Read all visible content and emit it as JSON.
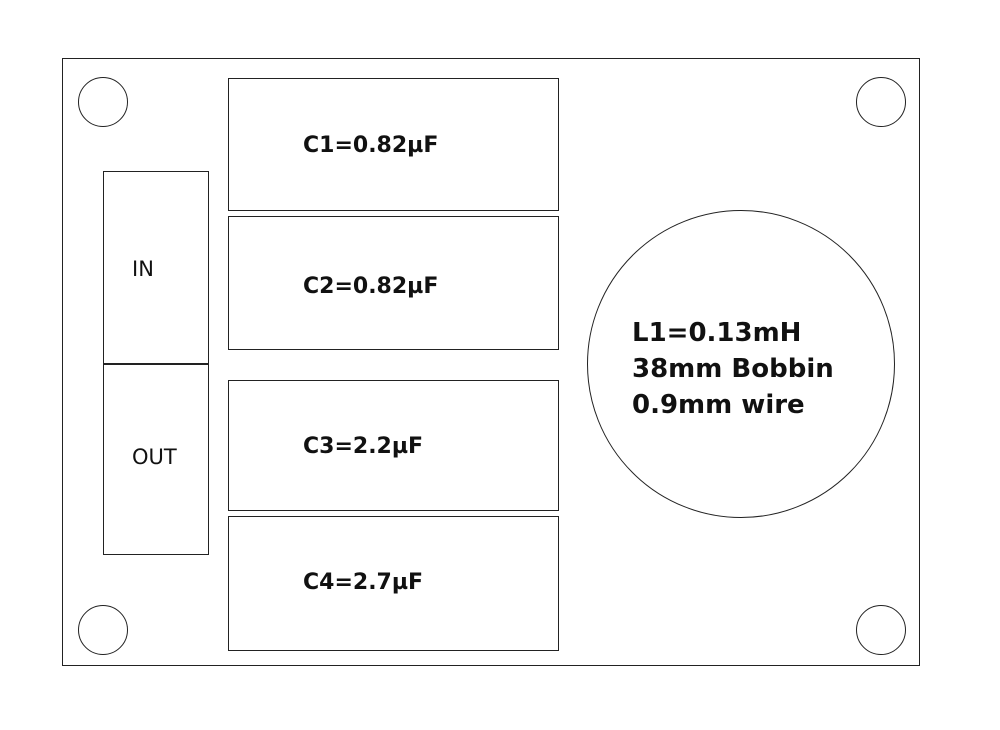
{
  "terminals": {
    "in_label": "IN",
    "out_label": "OUT"
  },
  "capacitors": [
    {
      "label": "C1=0.82µF"
    },
    {
      "label": "C2=0.82µF"
    },
    {
      "label": "C3=2.2µF"
    },
    {
      "label": "C4=2.7µF"
    }
  ],
  "inductor": {
    "line1": "L1=0.13mH",
    "line2": "38mm Bobbin",
    "line3": "0.9mm wire"
  },
  "colors": {
    "stroke": "#222222",
    "background": "#ffffff"
  }
}
